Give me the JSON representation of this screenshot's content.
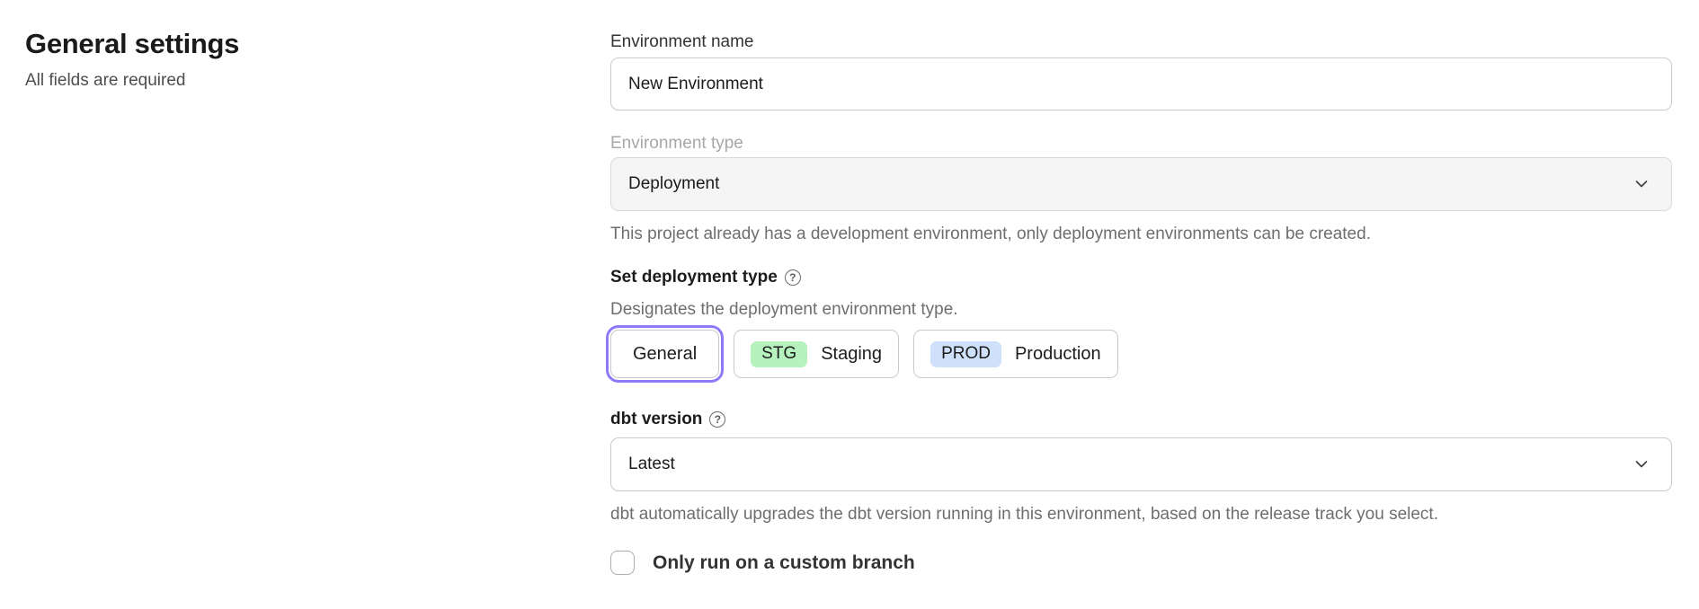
{
  "page": {
    "section_title": "General settings",
    "section_subtitle": "All fields are required"
  },
  "environment_name": {
    "label": "Environment name",
    "value": "New Environment"
  },
  "environment_type": {
    "label": "Environment type",
    "value": "Deployment",
    "state": "disabled",
    "helper": "This project already has a development environment, only deployment environments can be created."
  },
  "deployment_type": {
    "label": "Set deployment type",
    "help_icon": "circle-question-icon",
    "help_glyph": "?",
    "description": "Designates the deployment environment type.",
    "selected_outline_color": "#8b7bf7",
    "options": [
      {
        "label": "General",
        "selected": true
      },
      {
        "badge": "STG",
        "label": "Staging",
        "badge_color": "#b6f2bd",
        "selected": false
      },
      {
        "badge": "PROD",
        "label": "Production",
        "badge_color": "#cfe0fa",
        "selected": false
      }
    ]
  },
  "dbt_version": {
    "label": "dbt version",
    "help_icon": "circle-question-icon",
    "help_glyph": "?",
    "value": "Latest",
    "helper": "dbt automatically upgrades the dbt version running in this environment, based on the release track you select."
  },
  "custom_branch": {
    "label": "Only run on a custom branch",
    "checked": false
  }
}
